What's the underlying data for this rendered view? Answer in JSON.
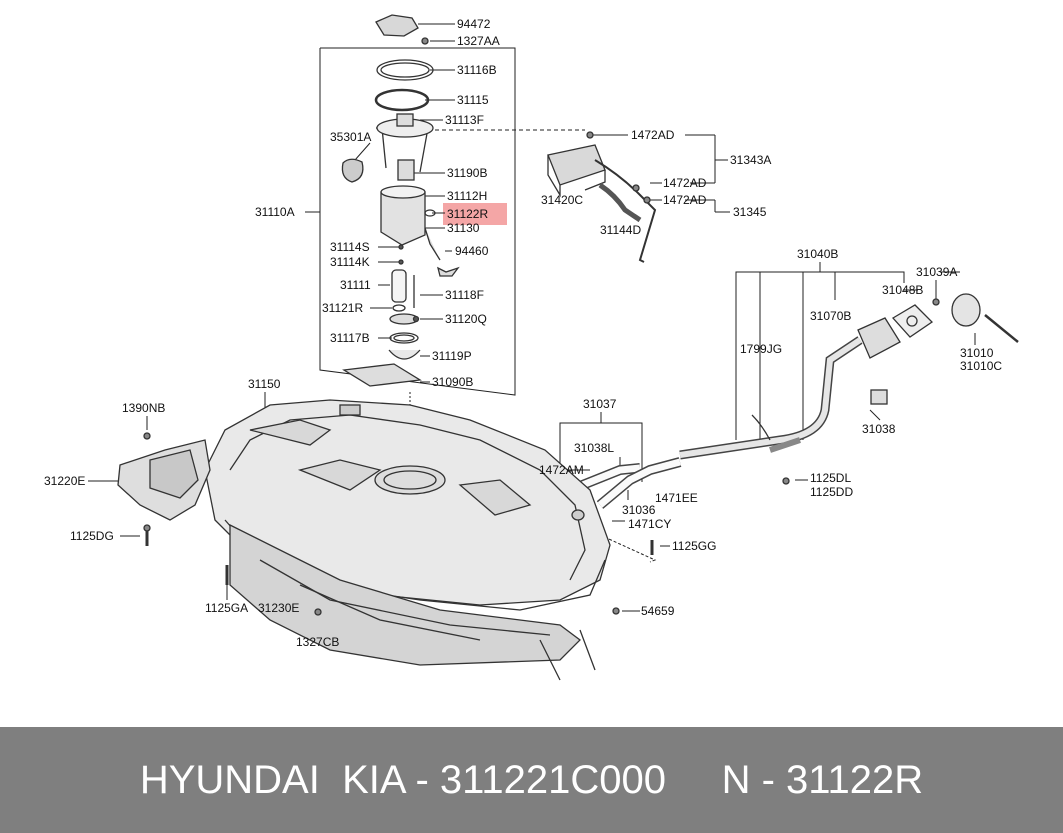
{
  "highlight_color": "#f4a6a6",
  "footer_color": "#7f7f7f",
  "parts": {
    "p94472": "94472",
    "p1327AA": "1327AA",
    "p31116B": "31116B",
    "p31115": "31115",
    "p31113F": "31113F",
    "p35301A": "35301A",
    "p31190B": "31190B",
    "p31112H": "31112H",
    "p31110A": "31110A",
    "p31122R": "31122R",
    "p31130": "31130",
    "p31114S": "31114S",
    "p94460": "94460",
    "p31114K": "31114K",
    "p31111": "31111",
    "p31118F": "31118F",
    "p31121R": "31121R",
    "p31120Q": "31120Q",
    "p31117B": "31117B",
    "p31119P": "31119P",
    "p31090B": "31090B",
    "p1472AD_a": "1472AD",
    "p31343A": "31343A",
    "p1472AD_b": "1472AD",
    "p31420C": "31420C",
    "p1472AD_c": "1472AD",
    "p31345": "31345",
    "p31144D": "31144D",
    "p31040B": "31040B",
    "p31039A": "31039A",
    "p31048B": "31048B",
    "p31070B": "31070B",
    "p1799JG": "1799JG",
    "p31010": "31010",
    "p31010C": "31010C",
    "p31150": "31150",
    "p31037": "31037",
    "p1390NB": "1390NB",
    "p31038L": "31038L",
    "p31038": "31038",
    "p1472AM": "1472AM",
    "p31220E": "31220E",
    "p1125DL": "1125DL",
    "p1125DD": "1125DD",
    "p1471EE": "1471EE",
    "p31036": "31036",
    "p1471CY": "1471CY",
    "p1125DG": "1125DG",
    "p1125GG": "1125GG",
    "p1125GA": "1125GA",
    "p31230E": "31230E",
    "p54659": "54659",
    "p1327CB": "1327CB"
  },
  "footer": {
    "text": "HYUNDAI  KIA - 311221C000     N - 31122R"
  }
}
